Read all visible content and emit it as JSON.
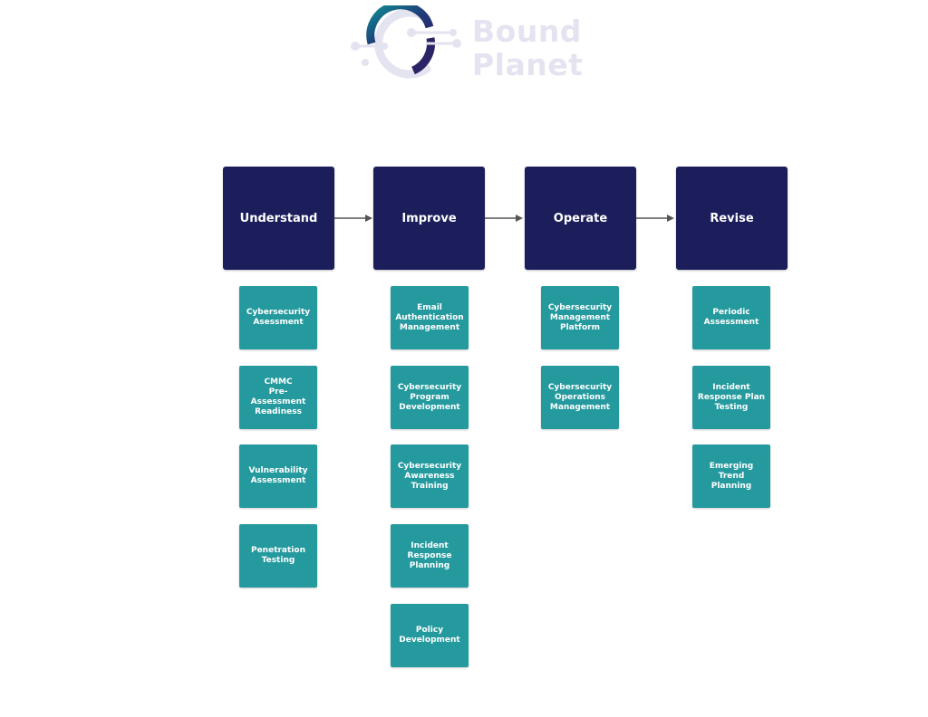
{
  "logo": {
    "line1": "Bound",
    "line2": "Planet",
    "colors": {
      "gradient_start": "#0f8f95",
      "gradient_mid": "#1f3a78",
      "gradient_end": "#2a2466",
      "text": "#e4e3f0"
    },
    "icon": "bound-planet-ring-logo"
  },
  "colors": {
    "stage": "#1b1e5b",
    "item": "#259a9e",
    "arrow": "#555555"
  },
  "stages": [
    {
      "label": "Understand",
      "items": [
        "Cybersecurity\nAsessment",
        "CMMC\nPre-Assessment\nReadiness",
        "Vulnerability\nAssessment",
        "Penetration\nTesting"
      ]
    },
    {
      "label": "Improve",
      "items": [
        "Email\nAuthentication\nManagement",
        "Cybersecurity\nProgram\nDevelopment",
        "Cybersecurity\nAwareness\nTraining",
        "Incident\nResponse\nPlanning",
        "Policy\nDevelopment"
      ]
    },
    {
      "label": "Operate",
      "items": [
        "Cybersecurity\nManagement\nPlatform",
        "Cybersecurity\nOperations\nManagement"
      ]
    },
    {
      "label": "Revise",
      "items": [
        "Periodic\nAssessment",
        "Incident\nResponse Plan\nTesting",
        "Emerging Trend\nPlanning"
      ]
    }
  ]
}
